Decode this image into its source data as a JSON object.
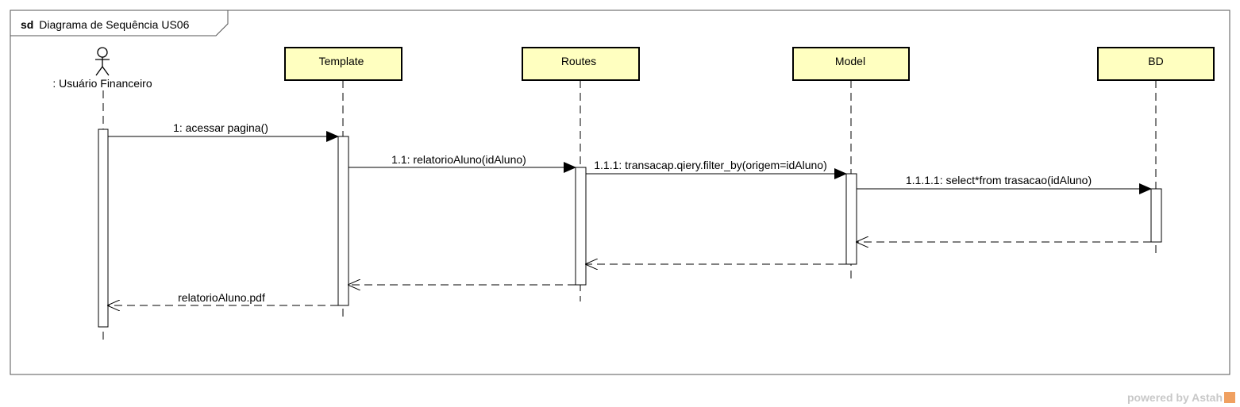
{
  "frame": {
    "keyword": "sd",
    "title": "Diagrama de Sequência US06"
  },
  "actor": {
    "label": ": Usuário Financeiro"
  },
  "lifelines": [
    {
      "id": "template",
      "label": "Template"
    },
    {
      "id": "routes",
      "label": "Routes"
    },
    {
      "id": "model",
      "label": "Model"
    },
    {
      "id": "bd",
      "label": "BD"
    }
  ],
  "messages": [
    {
      "id": "m1",
      "label": "1: acessar pagina()",
      "kind": "sync"
    },
    {
      "id": "m11",
      "label": "1.1: relatorioAluno(idAluno)",
      "kind": "sync"
    },
    {
      "id": "m111",
      "label": "1.1.1: transacap.qiery.filter_by(origem=idAluno)",
      "kind": "sync"
    },
    {
      "id": "m1111",
      "label": "1.1.1.1: select*from trasacao(idAluno)",
      "kind": "sync"
    },
    {
      "id": "r1",
      "label": "",
      "kind": "return"
    },
    {
      "id": "r2",
      "label": "",
      "kind": "return"
    },
    {
      "id": "r3",
      "label": "",
      "kind": "return"
    },
    {
      "id": "r4",
      "label": "relatorioAluno.pdf",
      "kind": "return"
    }
  ],
  "colors": {
    "lifeline_fill": "#ffffc0",
    "stroke": "#000000",
    "frame_stroke": "#555555"
  },
  "watermark": {
    "text": "powered by Astah"
  }
}
